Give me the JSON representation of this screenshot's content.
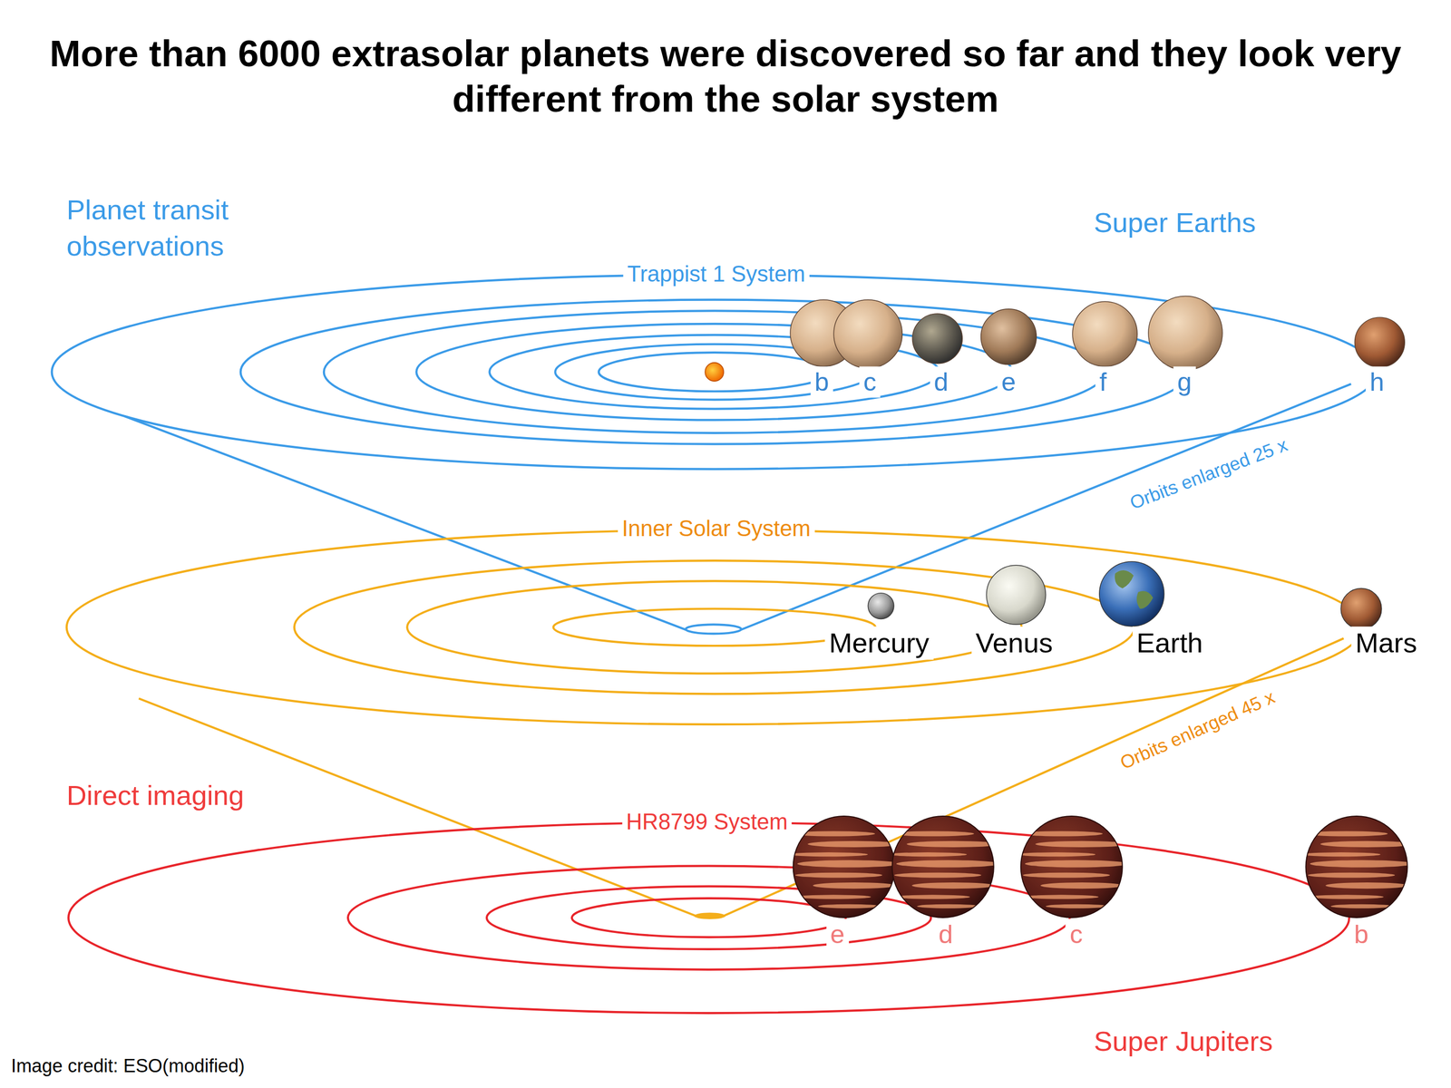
{
  "diagram": {
    "title": "More than 6000 extrasolar planets were discovered so far and they look very different from the solar system",
    "labels": [
      "Planet transit observations",
      "Super Earths",
      "Trappist 1 System",
      "b",
      "c",
      "d",
      "e",
      "f",
      "g",
      "h",
      "Orbits enlarged 25 x",
      "Inner Solar System",
      "Mercury",
      "Venus",
      "Earth",
      "Mars",
      "Orbits enlarged 45 x",
      "Direct imaging",
      "HR8799 System",
      "e",
      "d",
      "c",
      "b",
      "Super Jupiters",
      "Image credit: ESO(modified)"
    ]
  }
}
